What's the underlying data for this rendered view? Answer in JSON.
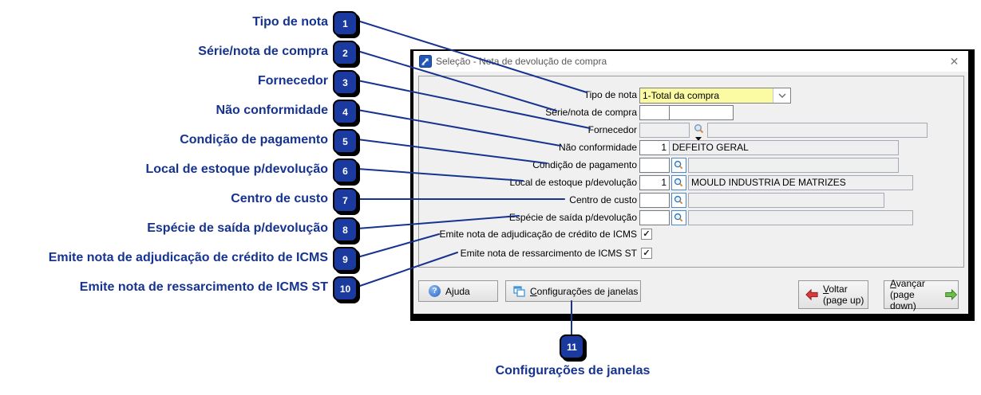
{
  "callouts": {
    "accent_color": "#16338F",
    "badge_color": "#1B3AA0",
    "items": [
      {
        "num": "1",
        "label": "Tipo de nota"
      },
      {
        "num": "2",
        "label": "Série/nota de compra"
      },
      {
        "num": "3",
        "label": "Fornecedor"
      },
      {
        "num": "4",
        "label": "Não conformidade"
      },
      {
        "num": "5",
        "label": "Condição de pagamento"
      },
      {
        "num": "6",
        "label": "Local de estoque p/devolução"
      },
      {
        "num": "7",
        "label": "Centro de custo"
      },
      {
        "num": "8",
        "label": "Espécie de saída p/devolução"
      },
      {
        "num": "9",
        "label": "Emite nota de adjudicação de crédito de ICMS"
      },
      {
        "num": "10",
        "label": "Emite nota de ressarcimento de ICMS ST"
      },
      {
        "num": "11",
        "label": "Configurações de janelas"
      }
    ]
  },
  "window": {
    "title": "Seleção - Nota de devolução de compra",
    "close_glyph": "✕"
  },
  "form": {
    "tipo_de_nota": {
      "label": "Tipo de nota",
      "value": "1-Total da compra",
      "highlight_color": "#FBFBA3"
    },
    "serie_nota_compra": {
      "label": "Série/nota de compra",
      "serie": "",
      "nota": ""
    },
    "fornecedor": {
      "label": "Fornecedor",
      "code": "",
      "name": ""
    },
    "nao_conformidade": {
      "label": "Não conformidade",
      "code": "1",
      "name": "DEFEITO GERAL"
    },
    "condicao_pagamento": {
      "label": "Condição de pagamento",
      "code": "",
      "name": ""
    },
    "local_estoque": {
      "label": "Local de estoque p/devolução",
      "code": "1",
      "name": "MOULD INDUSTRIA DE MATRIZES"
    },
    "centro_custo": {
      "label": "Centro de custo",
      "code": "",
      "name": ""
    },
    "especie_saida": {
      "label": "Espécie de saída p/devolução",
      "code": "",
      "name": ""
    },
    "emite_adjudicacao": {
      "label": "Emite nota de adjudicação de crédito de ICMS",
      "checked": true
    },
    "emite_ressarcimento": {
      "label": "Emite nota de ressarcimento de ICMS ST",
      "checked": true
    }
  },
  "icons": {
    "check_glyph": "✓",
    "help_glyph": "?"
  },
  "buttons": {
    "ajuda": {
      "pre": "A",
      "mnemonic": "j",
      "post": "uda"
    },
    "configuracoes_janelas": {
      "mnemonic": "C",
      "post": "onfigurações de janelas"
    },
    "voltar": {
      "mnemonic": "V",
      "post": "oltar",
      "shortcut": "(page up)"
    },
    "avancar": {
      "mnemonic": "A",
      "post": "vançar",
      "shortcut": "(page down)"
    }
  }
}
